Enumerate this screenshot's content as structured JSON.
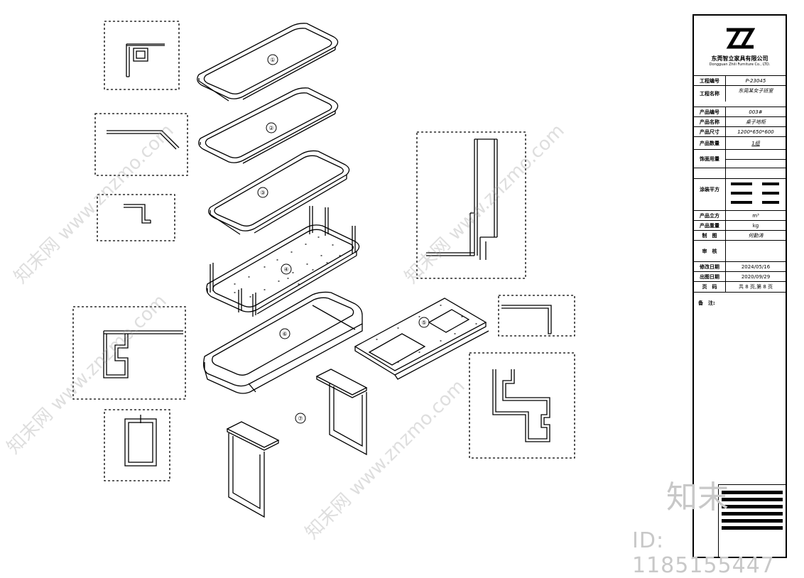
{
  "callouts": [
    "①",
    "②",
    "③",
    "④",
    "⑥",
    "⑤",
    "⑦"
  ],
  "title_block": {
    "company_cn": "东莞智立家具有限公司",
    "company_en": "Dongguan Zhili Furniture Co., LTD.",
    "rows": [
      {
        "label": "工程编号",
        "value": "P-23045"
      },
      {
        "label": "工程名称",
        "value": "东莞某女子班室"
      },
      {
        "label": "产品编号",
        "value": "003#"
      },
      {
        "label": "产品名称",
        "value": "桌子地柜"
      },
      {
        "label": "产品尺寸",
        "value": "1200*650*600"
      },
      {
        "label": "产品数量",
        "value": "1组"
      },
      {
        "label": "饰面用量",
        "value": ""
      },
      {
        "label": "涂装平方",
        "value": ""
      },
      {
        "label": "产品立方",
        "value": "m³"
      },
      {
        "label": "产品重量",
        "value": "kg"
      },
      {
        "label": "制　图",
        "value": "何勤涛"
      },
      {
        "label": "审　核",
        "value": ""
      },
      {
        "label": "修改日期",
        "value": "2024/05/16"
      },
      {
        "label": "出图日期",
        "value": "2020/09/29"
      },
      {
        "label": "页　码",
        "value": "共 8 页,第 8 页"
      }
    ],
    "notes_label": "备　注:"
  },
  "watermarks": {
    "id_text": "ID: 1185155447",
    "logo_text": "知末",
    "diagonal_text": "知末网 www.znzmo.com"
  }
}
